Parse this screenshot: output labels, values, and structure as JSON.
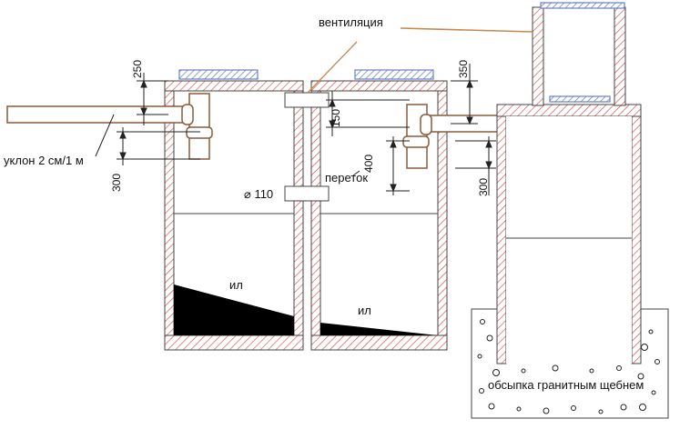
{
  "labels": {
    "ventilation": "вентиляция",
    "slope": "уклон 2 см/1 м",
    "diameter": "⌀ 110",
    "overflow": "переток",
    "sludge_1": "ил",
    "sludge_2": "ил",
    "gravel": "обсыпка гранитным щебнем"
  },
  "dimensions": {
    "d1": "250",
    "d2": "300",
    "d3": "150",
    "d4": "400",
    "d5": "350",
    "d6": "300"
  },
  "colors": {
    "wall_hatch": "#d94a4a",
    "pipe_stroke": "#8a5a3a",
    "lid": "#6a7fc8",
    "leader": "#c8874a",
    "sludge": "#000000"
  }
}
